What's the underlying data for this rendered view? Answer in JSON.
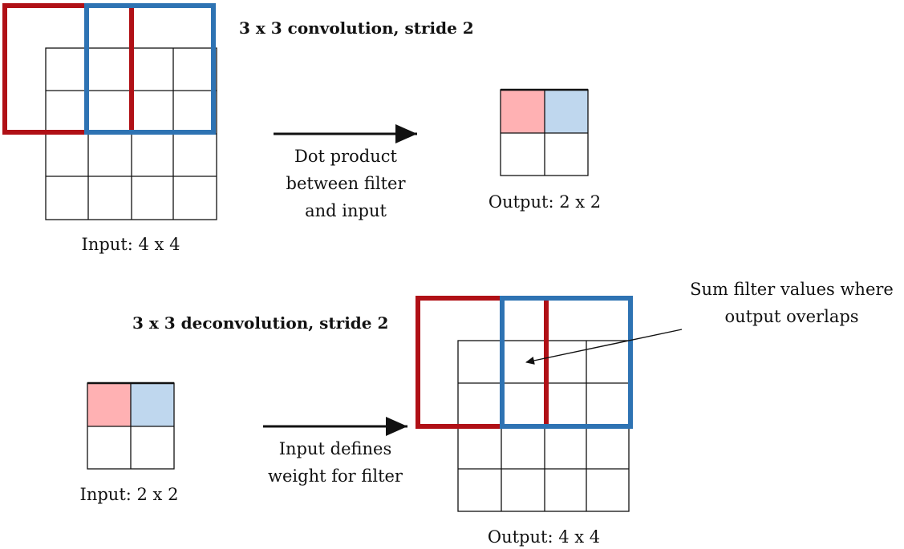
{
  "top": {
    "title": "3 x 3 convolution, stride 2",
    "input_label": "Input: 4 x 4",
    "output_label": "Output: 2 x 2",
    "arrow_caption": [
      "Dot product",
      "between filter",
      "and input"
    ],
    "input_grid": {
      "rows": 4,
      "cols": 4
    },
    "output_grid": {
      "rows": 2,
      "cols": 2,
      "highlighted": [
        {
          "row": 0,
          "col": 0,
          "color": "#ffb1b3"
        },
        {
          "row": 0,
          "col": 1,
          "color": "#bfd7ee"
        }
      ]
    }
  },
  "bottom": {
    "title": "3 x 3 deconvolution, stride 2",
    "input_label": "Input: 2 x 2",
    "output_label": "Output: 4 x 4",
    "arrow_caption": [
      "Input defines",
      "weight for filter"
    ],
    "annotation": [
      "Sum filter values where",
      "output overlaps"
    ],
    "input_grid": {
      "rows": 2,
      "cols": 2,
      "highlighted": [
        {
          "row": 0,
          "col": 0,
          "color": "#ffb1b3"
        },
        {
          "row": 0,
          "col": 1,
          "color": "#bfd7ee"
        }
      ]
    },
    "output_grid": {
      "rows": 4,
      "cols": 4
    }
  },
  "colors": {
    "filter_red": "#b01016",
    "filter_blue": "#2e73b3",
    "cell_red": "#ffb1b3",
    "cell_blue": "#bfd7ee"
  }
}
